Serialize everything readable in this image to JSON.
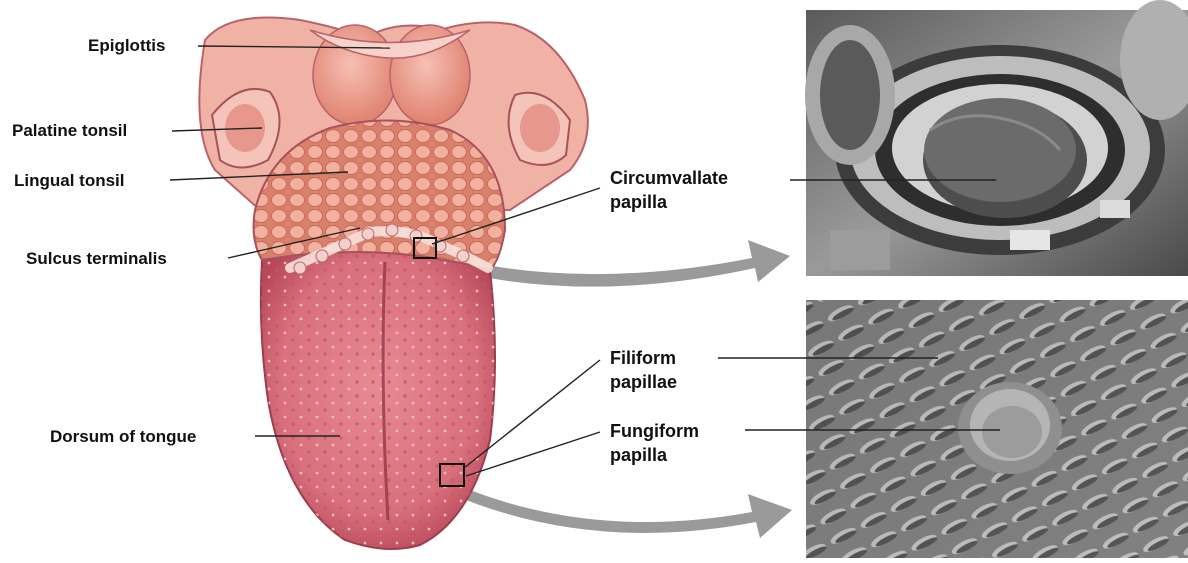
{
  "figure": {
    "labels": {
      "epiglottis": "Epiglottis",
      "palatine_tonsil": "Palatine tonsil",
      "lingual_tonsil": "Lingual tonsil",
      "sulcus_terminalis": "Sulcus terminalis",
      "dorsum_of_tongue": "Dorsum of tongue",
      "circumvallate_line1": "Circumvallate",
      "circumvallate_line2": "papilla",
      "filiform_line1": "Filiform",
      "filiform_line2": "papillae",
      "fungiform_line1": "Fungiform",
      "fungiform_line2": "papilla"
    },
    "colors": {
      "tongue_body": "#d9707c",
      "tongue_dark": "#b8485a",
      "tonsil": "#e99a8c",
      "epiglottis": "#eda49a",
      "micrograph_light": "#d6d6d6",
      "micrograph_dark": "#3a3a3a",
      "arrow": "#9a9a9a",
      "leader_line": "#222222"
    }
  }
}
